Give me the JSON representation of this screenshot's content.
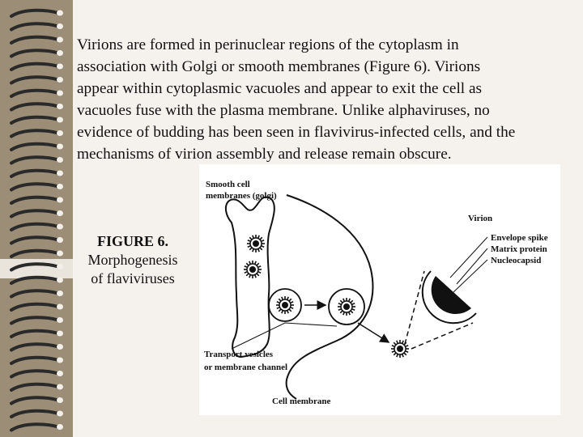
{
  "paragraph": {
    "lines": [
      "Virions are formed in perinuclear regions of the cytoplasm in",
      "association with Golgi or smooth membranes (Figure 6). Virions",
      "appear within cytoplasmic vacuoles and appear to exit the cell as",
      "vacuoles fuse with the plasma membrane. Unlike alphaviruses, no",
      "evidence of budding has been seen in flavivirus-infected cells, and the",
      "mechanisms of virion assembly and release remain obscure."
    ]
  },
  "caption": {
    "label": "FIGURE 6.",
    "desc_line1": "Morphogenesis",
    "desc_line2": "of flaviviruses"
  },
  "figure": {
    "smooth_membranes_1": "Smooth cell",
    "smooth_membranes_2": "membranes (golgi)",
    "virion": "Virion",
    "envelope_spike": "Envelope spike",
    "matrix_protein": "Matrix protein",
    "nucleocapsid": "Nucleocapsid",
    "transport_1": "Transport vesicles",
    "transport_2": "or membrane channel",
    "cell_membrane": "Cell membrane"
  },
  "colors": {
    "spiral_strip": "#9c8d76",
    "paper": "#f5f1ec",
    "figure_bg": "#ffffff"
  }
}
